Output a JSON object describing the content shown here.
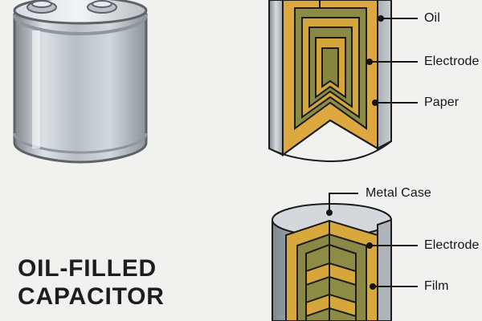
{
  "title": {
    "line1": "OIL-FILLED",
    "line2": "CAPACITOR"
  },
  "top_diagram_labels": {
    "oil": "Oil",
    "electrode": "Electrode",
    "paper": "Paper"
  },
  "bottom_diagram_labels": {
    "metal_case": "Metal Case",
    "electrode": "Electrode",
    "film": "Film"
  },
  "colors": {
    "background": "#f1f1ef",
    "metal_light": "#c9ced3",
    "metal_dark": "#8f969c",
    "paper_gold": "#d7a83a",
    "electrode_olive": "#8d8c45",
    "oil_gold": "#e1b04a",
    "outline": "#1c1c1c"
  }
}
